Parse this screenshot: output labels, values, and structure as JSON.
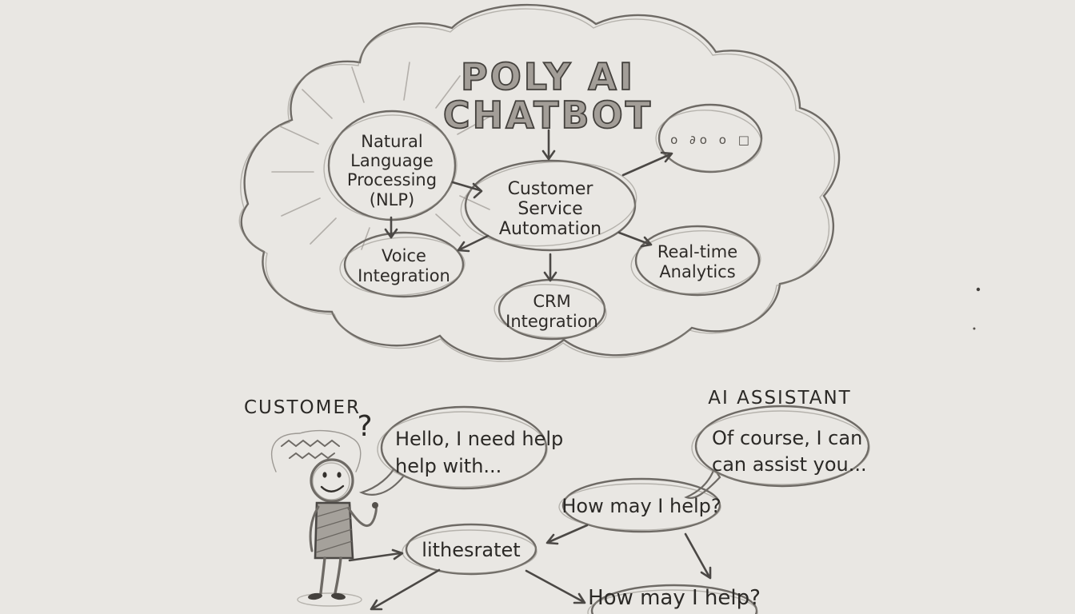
{
  "colors": {
    "paper": "#e9e7e3",
    "pencil": "#6e6a65",
    "ink": "#33302c",
    "ray": "#b3afaa",
    "title_fill": "#a39e98",
    "title_stroke": "#44413d"
  },
  "cloud": {
    "title": {
      "line1": "POLY AI",
      "line2": "CHATBOT"
    },
    "nodes": {
      "nlp": {
        "line1": "Natural",
        "line2": "Language",
        "line3": "Processing",
        "line4": "(NLP)"
      },
      "automation": {
        "line1": "Customer",
        "line2": "Service",
        "line3": "Automation"
      },
      "voice": {
        "line1": "Voice",
        "line2": "Integration"
      },
      "crm": {
        "line1": "CRM",
        "line2": "Integration"
      },
      "analytics": {
        "line1": "Real-time",
        "line2": "Analytics"
      },
      "doodle": {
        "glyphs": "o ∂o  o □"
      }
    }
  },
  "conversation": {
    "customer_label": "CUSTOMER",
    "question_mark": "?",
    "customer_bubble": {
      "line1": "Hello, I need help",
      "line2": "help with..."
    },
    "assistant_label": "AI ASSISTANT",
    "assistant_bubble": {
      "line1": "Of course, I can",
      "line2": "can assist you..."
    },
    "prompt_bubble_1": "How may I help?",
    "flow_node": "lithesratet",
    "prompt_bubble_2": "How may I help?"
  }
}
